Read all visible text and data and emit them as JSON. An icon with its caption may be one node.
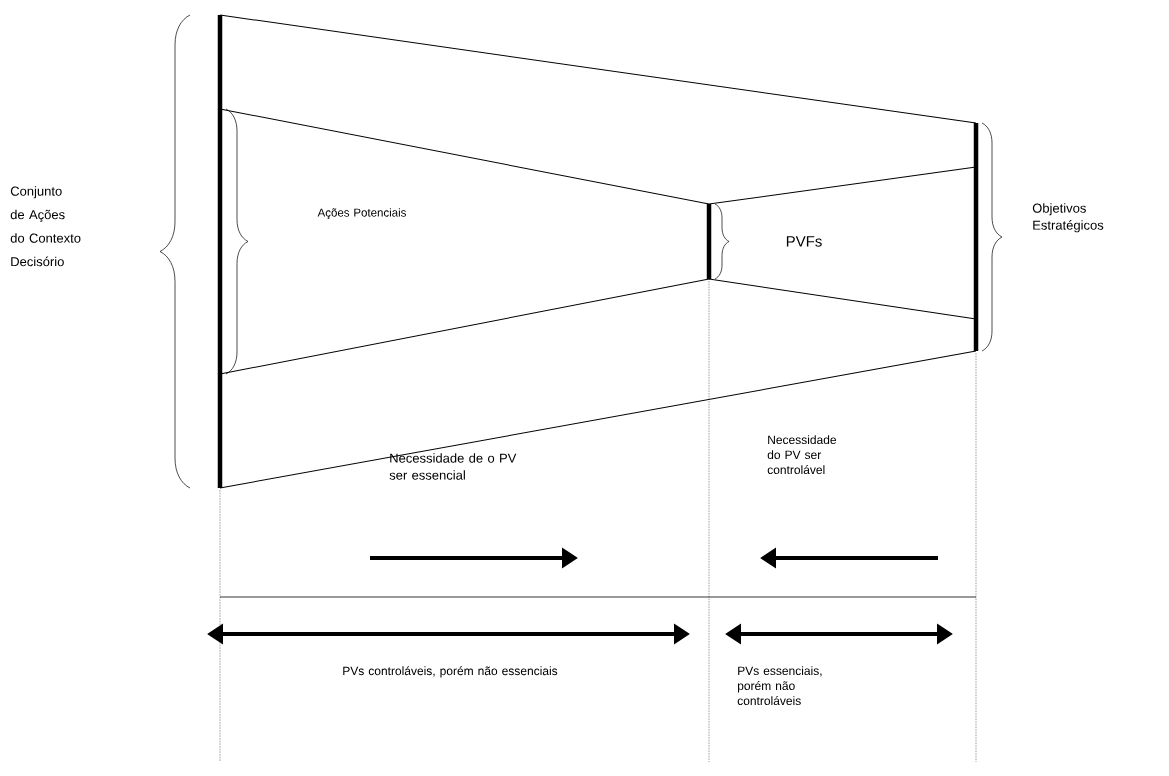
{
  "diagram": {
    "labels": [
      "Conjunto de Ações do Contexto Decisório",
      "Ações Potenciais",
      "PVFs",
      "Objetivos Estratégicos",
      "Necessidade de o PV ser essencial",
      "Necessidade do PV ser controlável",
      "PVs controláveis, porém não essenciais",
      "PVs essenciais, porém não controláveis"
    ]
  }
}
